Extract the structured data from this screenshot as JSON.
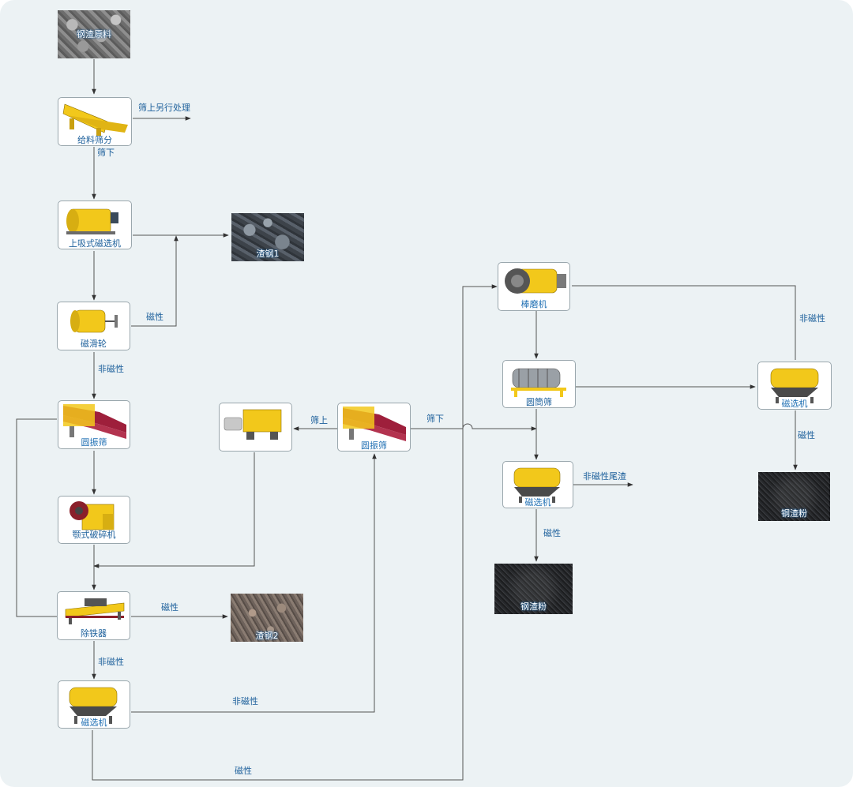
{
  "diagram": {
    "nodes": {
      "raw_material": "钢渣原料",
      "feeder": "给料筛分",
      "overhead_magnet": "上吸式磁选机",
      "slag_steel_1": "渣钢1",
      "magnetic_pulley": "磁滑轮",
      "vibrating_screen_1": "圆振筛",
      "jaw_crusher": "颚式破碎机",
      "iron_remover": "除铁器",
      "slag_steel_2": "渣钢2",
      "magnetic_separator_1": "磁选机",
      "impact_crusher": "",
      "vibrating_screen_2": "圆振筛",
      "rod_mill": "棒磨机",
      "drum_screen": "圆筒筛",
      "magnetic_separator_2": "磁选机",
      "magnetic_separator_3": "磁选机",
      "steel_powder_1": "钢渣粉",
      "steel_powder_2": "钢渣粉"
    },
    "edges": {
      "oversize_other": "筛上另行处理",
      "undersize_1": "筛下",
      "magnetic_1": "磁性",
      "nonmagnetic_1": "非磁性",
      "magnetic_2": "磁性",
      "nonmagnetic_2": "非磁性",
      "nonmagnetic_3": "非磁性",
      "magnetic_3": "磁性",
      "oversize": "筛上",
      "undersize_2": "筛下",
      "nonmagnetic_tailings": "非磁性尾渣",
      "magnetic_4": "磁性",
      "nonmagnetic_4": "非磁性",
      "magnetic_5": "磁性"
    },
    "colors": {
      "background": "#ecf2f4",
      "connector": "#555555",
      "label": "#1a5e9a",
      "machine_yellow": "#f2c81b",
      "screen_red": "#9e1f3b"
    }
  }
}
